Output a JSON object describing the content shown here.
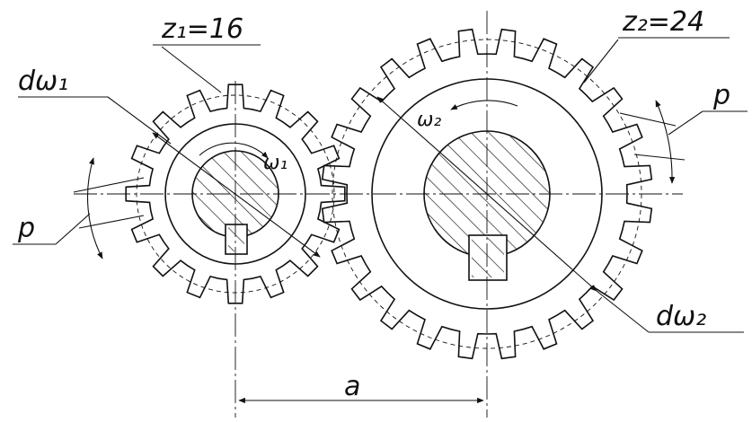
{
  "diagram": {
    "labels": {
      "z1": "z₁=16",
      "z2": "z₂=24",
      "dw1": "dω₁",
      "dw2": "dω₂",
      "omega1": "ω₁",
      "omega2": "ω₂",
      "pitch_left": "p",
      "pitch_right": "p",
      "center_distance": "a"
    },
    "gears": [
      {
        "name": "gear-1",
        "teeth": 16
      },
      {
        "name": "gear-2",
        "teeth": 24
      }
    ],
    "colors": {
      "ink": "#111111",
      "hatch": "#111111",
      "background": "#ffffff"
    }
  }
}
